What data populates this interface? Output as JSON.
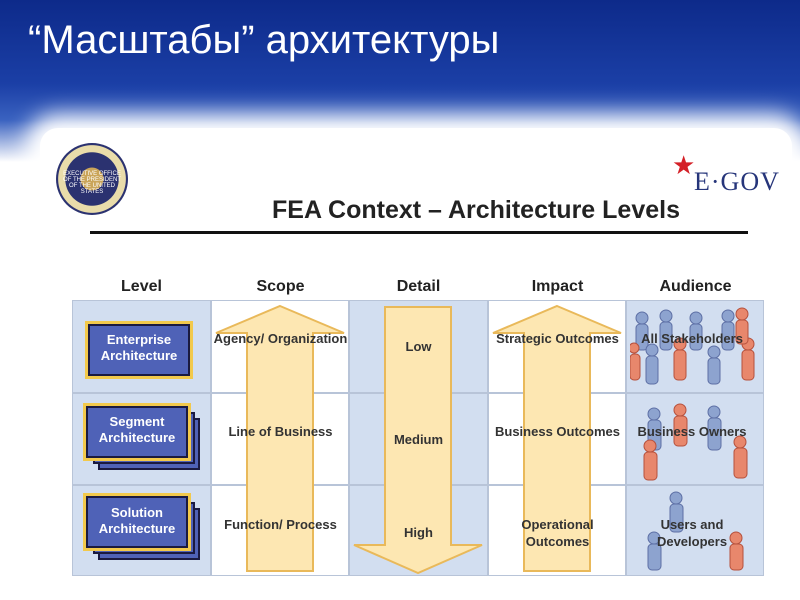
{
  "slide": {
    "title": "“Масштабы” архитектуры"
  },
  "logos": {
    "seal_text": "EXECUTIVE OFFICE OF THE PRESIDENT OF THE UNITED STATES",
    "egov_text": "E·GOV",
    "egov_star": "★"
  },
  "diagram": {
    "title": "FEA Context – Architecture Levels",
    "columns": [
      "Level",
      "Scope",
      "Detail",
      "Impact",
      "Audience"
    ],
    "levels": [
      "Enterprise Architecture",
      "Segment Architecture",
      "Solution Architecture"
    ],
    "scope": [
      "Agency/ Organization",
      "Line of Business",
      "Function/ Process"
    ],
    "detail": [
      "Low",
      "Medium",
      "High"
    ],
    "impact": [
      "Strategic Outcomes",
      "Business Outcomes",
      "Operational Outcomes"
    ],
    "audience": [
      "All Stakeholders",
      "Business Owners",
      "Users and Developers"
    ],
    "colors": {
      "header_blue": "#0d2a8a",
      "arrow_fill": "#fde7b2",
      "arrow_stroke": "#e9b95a",
      "card_blue": "#4f62b7",
      "grid_blue": "#d2def0"
    }
  }
}
